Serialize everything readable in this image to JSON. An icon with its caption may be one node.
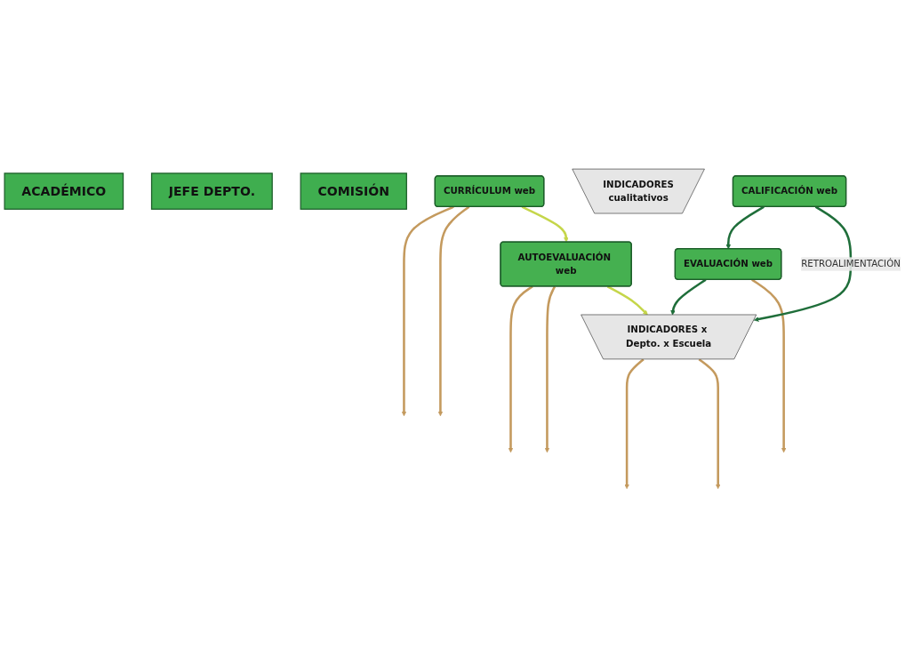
{
  "diagram": {
    "nodes": [
      {
        "text": [
          "ACADÉMICO"
        ]
      },
      {
        "text": [
          "JEFE DEPTO."
        ]
      },
      {
        "text": [
          "COMISIÓN"
        ]
      },
      {
        "text": [
          "CURRÍCULUM web"
        ]
      },
      {
        "text": [
          "AUTOEVALUACIÓN web"
        ]
      },
      {
        "text": [
          "INDICADORES x Depto. x Escuela"
        ]
      },
      {
        "text": [
          "INDICADORES",
          "cualitativos"
        ]
      },
      {
        "text": [
          "EVALUACIÓN web"
        ]
      },
      {
        "text": [
          "CALIFICACIÓN web"
        ]
      }
    ],
    "edges": [
      {
        "from": 3,
        "to": 4,
        "arrow": "to",
        "color": "#c5d64a"
      },
      {
        "from": 4,
        "to": 5,
        "arrow": "to",
        "color": "#c5d64a"
      },
      {
        "from": 3,
        "to": null,
        "arrow": "to"
      },
      {
        "from": 3,
        "to": null,
        "arrow": "to"
      },
      {
        "from": 4,
        "to": null,
        "arrow": "to"
      },
      {
        "from": 4,
        "to": null,
        "arrow": "to"
      },
      {
        "from": 5,
        "to": null,
        "arrow": "to"
      },
      {
        "from": 5,
        "to": null,
        "arrow": "to"
      },
      {
        "from": 7,
        "to": null,
        "arrow": "to"
      },
      {
        "from": 8,
        "to": 5,
        "arrow": "to",
        "label": "RETROALIMENTACIÓN",
        "color": "#1f6e3a"
      },
      {
        "from": 8,
        "to": 7,
        "arrow": "to",
        "color": "#1f6e3a"
      },
      {
        "from": 7,
        "to": 5,
        "arrow": "to",
        "color": "#1f6e3a"
      }
    ]
  }
}
